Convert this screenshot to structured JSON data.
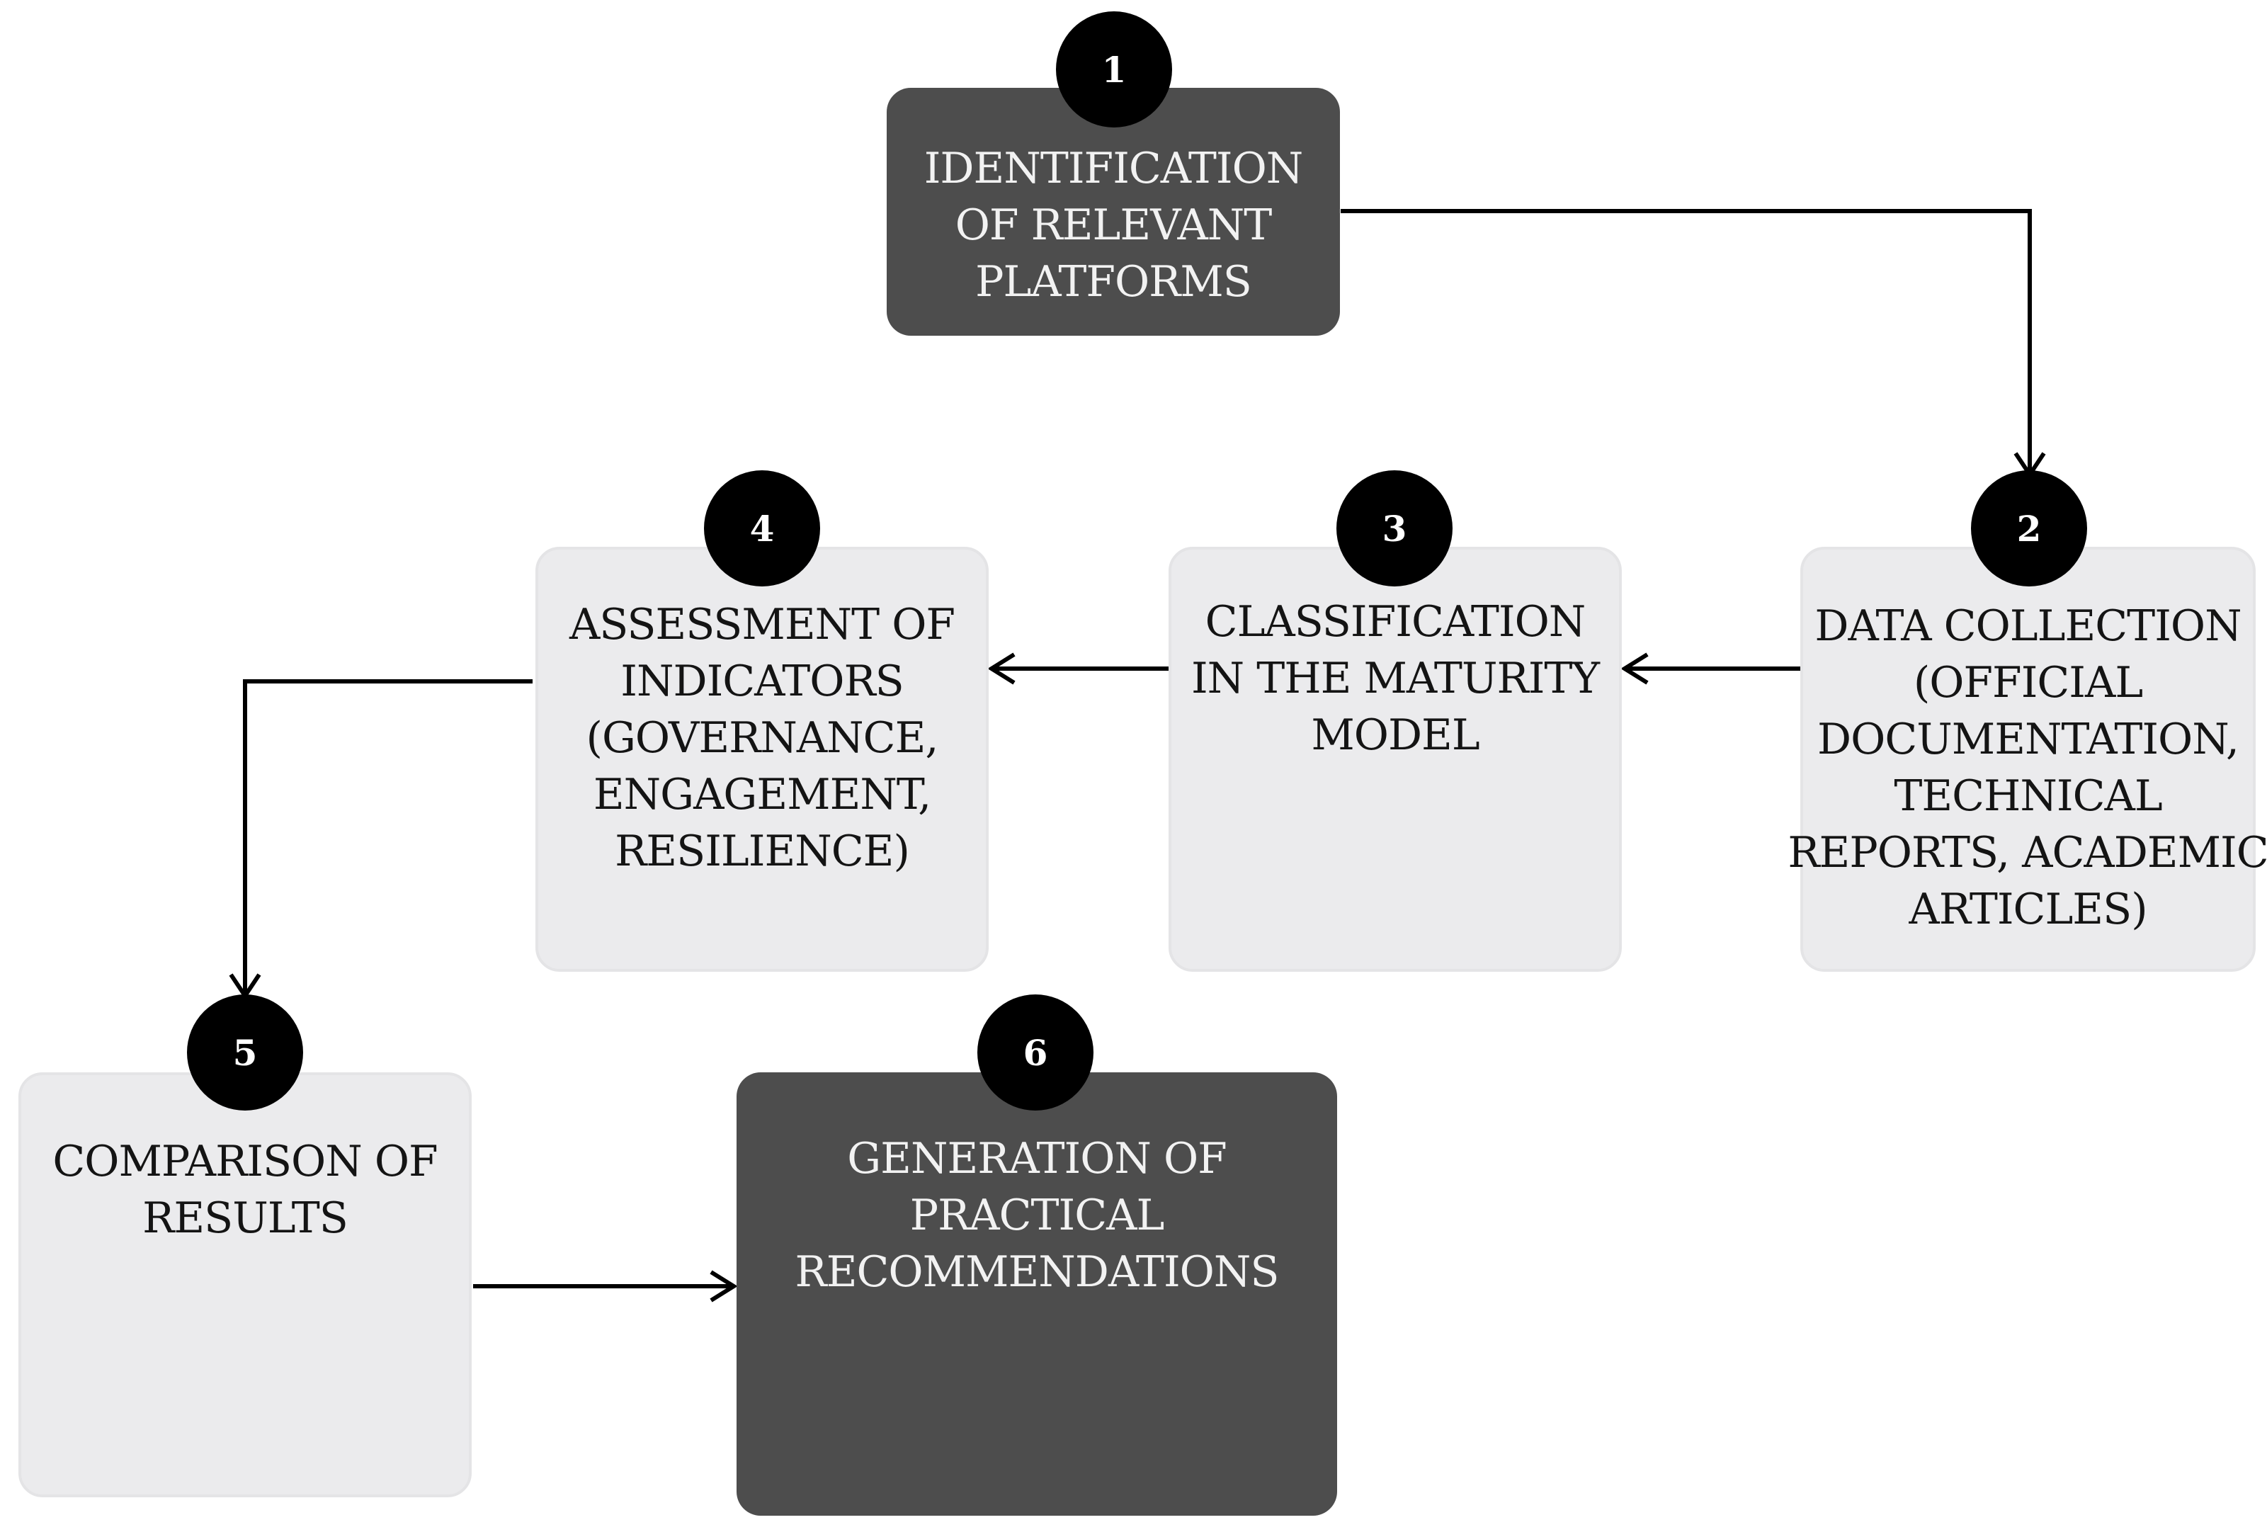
{
  "steps": [
    {
      "number": "1",
      "lines": [
        "IDENTIFICATION",
        "OF RELEVANT",
        "PLATFORMS"
      ]
    },
    {
      "number": "2",
      "lines": [
        "DATA COLLECTION",
        "(OFFICIAL",
        "DOCUMENTATION,",
        "TECHNICAL",
        "REPORTS, ACADEMIC",
        "ARTICLES)"
      ]
    },
    {
      "number": "3",
      "lines": [
        "CLASSIFICATION",
        "IN THE MATURITY",
        "MODEL"
      ]
    },
    {
      "number": "4",
      "lines": [
        "ASSESSMENT OF",
        "INDICATORS",
        "(GOVERNANCE,",
        "ENGAGEMENT,",
        "RESILIENCE)"
      ]
    },
    {
      "number": "5",
      "lines": [
        "COMPARISON OF",
        "RESULTS"
      ]
    },
    {
      "number": "6",
      "lines": [
        "GENERATION OF",
        "PRACTICAL",
        "RECOMMENDATIONS"
      ]
    }
  ],
  "flow": [
    {
      "from": "1",
      "to": "2"
    },
    {
      "from": "2",
      "to": "3"
    },
    {
      "from": "3",
      "to": "4"
    },
    {
      "from": "4",
      "to": "5"
    },
    {
      "from": "5",
      "to": "6"
    }
  ],
  "colors": {
    "dark_box": "#4d4d4d",
    "light_box": "#ebebed",
    "badge": "#000000",
    "arrow": "#000000"
  }
}
